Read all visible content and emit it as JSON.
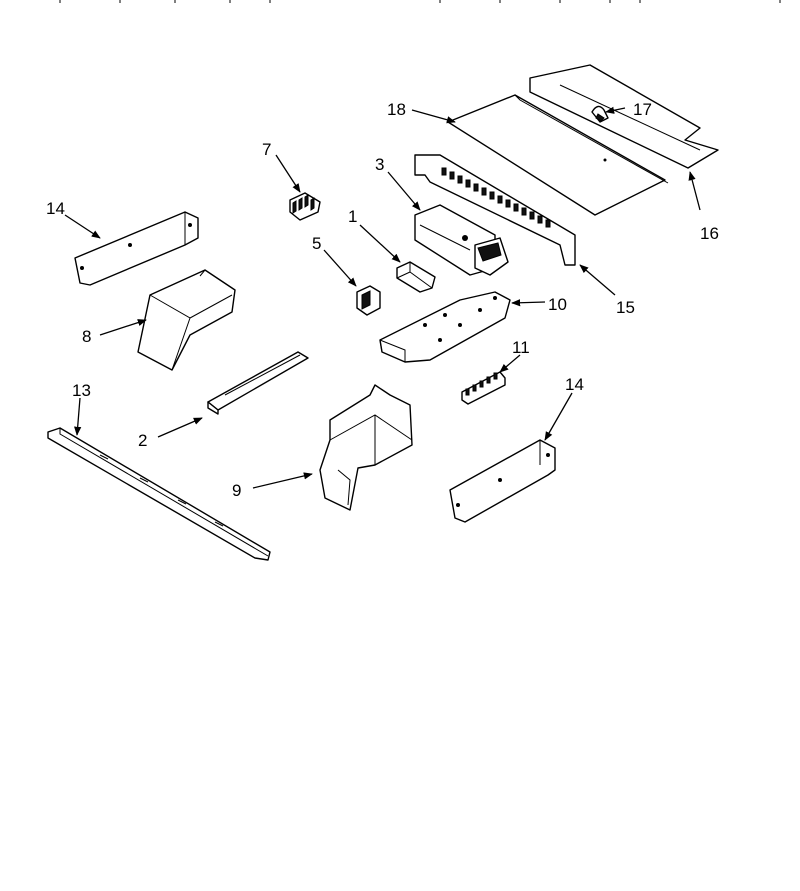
{
  "labels": {
    "p1": "1",
    "p2": "2",
    "p3": "3",
    "p5": "5",
    "p7": "7",
    "p8": "8",
    "p9": "9",
    "p10": "10",
    "p11": "11",
    "p13": "13",
    "p14a": "14",
    "p14b": "14",
    "p15": "15",
    "p16": "16",
    "p17": "17",
    "p18": "18"
  }
}
